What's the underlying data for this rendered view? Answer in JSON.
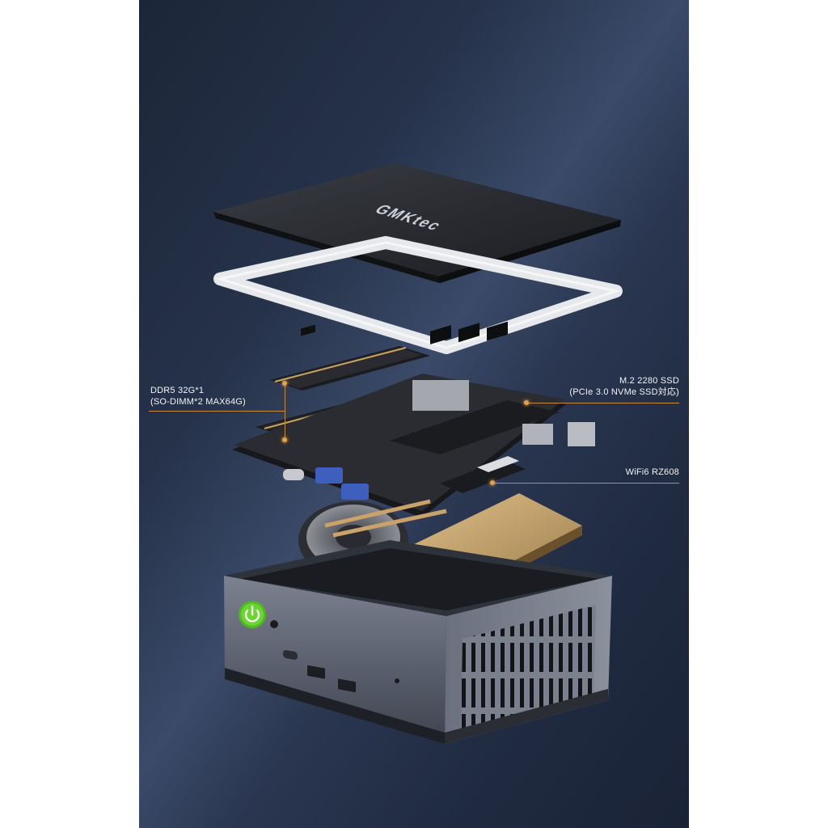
{
  "brand": "GMKtec",
  "callouts": {
    "ddr5": {
      "line1": "DDR5 32G*1",
      "line2": "(SO-DIMM*2 MAX64G)"
    },
    "ssd": {
      "line1": "M.2 2280 SSD",
      "line2": "(PCIe 3.0 NVMe SSD対応)"
    },
    "wifi": {
      "line1": "WiFi6 RZ608"
    }
  },
  "colors": {
    "background": "#26324a",
    "callout_line": "#c98a3a",
    "power_button": "#5fd02a",
    "heatsink": "#c9a36a"
  },
  "icons": [
    "power-icon"
  ]
}
